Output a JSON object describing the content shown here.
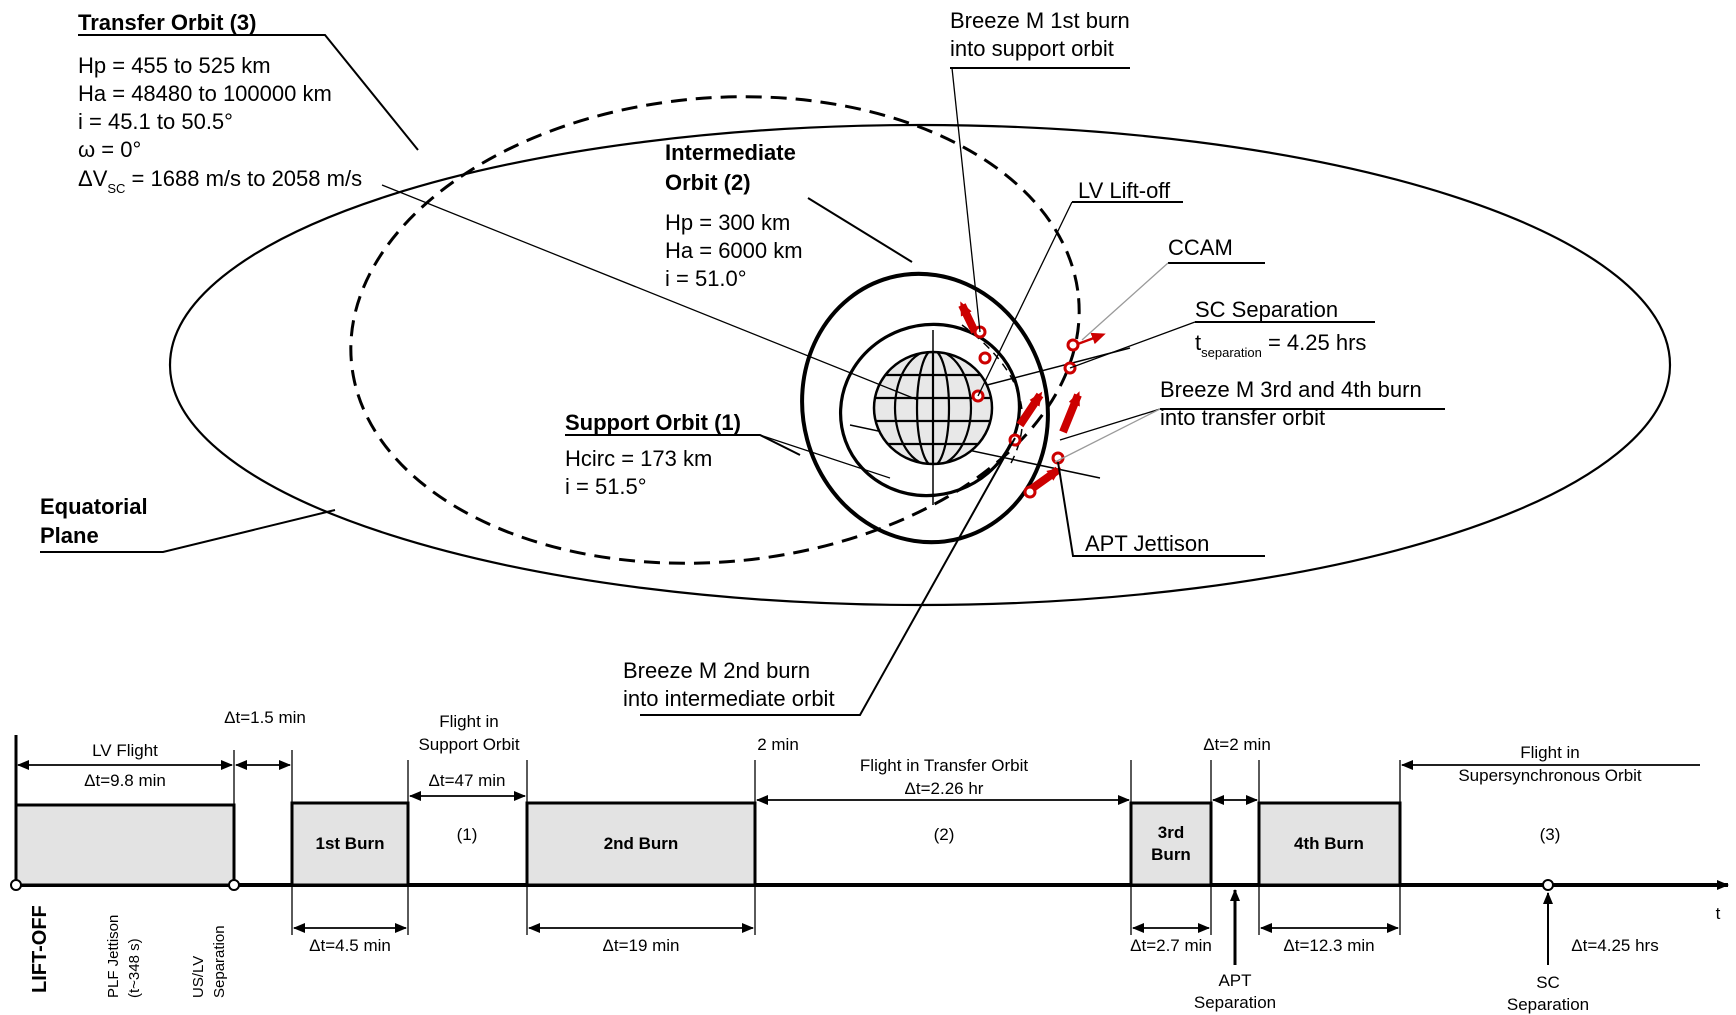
{
  "orbits": {
    "transfer": {
      "title": "Transfer Orbit  (3)",
      "lines": [
        "Hp = 455 to 525 km",
        "Ha = 48480 to 100000 km",
        "i = 45.1 to 50.5°",
        "ω = 0°"
      ],
      "dv_prefix": "ΔV",
      "dv_sub": "SC",
      "dv_value": " = 1688 m/s to 2058 m/s"
    },
    "intermediate": {
      "title_line1": "Intermediate",
      "title_line2": "Orbit  (2)",
      "lines": [
        "Hp = 300 km",
        "Ha = 6000 km",
        "i = 51.0°"
      ]
    },
    "support": {
      "title": "Support Orbit  (1)",
      "lines": [
        "Hcirc = 173 km",
        "i = 51.5°"
      ]
    }
  },
  "labels": {
    "burn1_line1": "Breeze M 1st burn",
    "burn1_line2": "into support orbit",
    "lv_liftoff": "LV Lift-off",
    "ccam": "CCAM",
    "sc_separation": "SC Separation",
    "t_sep_prefix": "t",
    "t_sep_sub": "separation",
    "t_sep_value": " = 4.25 hrs",
    "burn34_line1": "Breeze M 3rd and 4th burn",
    "burn34_line2": "into transfer orbit",
    "apt_jettison": "APT Jettison",
    "burn2_line1": "Breeze M 2nd burn",
    "burn2_line2": "into intermediate orbit",
    "equatorial_line1": "Equatorial",
    "equatorial_line2": "Plane"
  },
  "timeline": {
    "lv_flight": "LV Flight",
    "dt_9_8": "Δt=9.8 min",
    "dt_1_5": "Δt=1.5 min",
    "support_line1": "Flight in",
    "support_line2": "Support Orbit",
    "dt_47": "Δt=47 min",
    "two_min": "2 min",
    "transfer_line1": "Flight in Transfer Orbit",
    "transfer_line2": "Δt=2.26 hr",
    "dt_2": "Δt=2 min",
    "super_line1": "Flight in",
    "super_line2": "Supersynchronous Orbit",
    "burn1": "1st Burn",
    "burn2": "2nd Burn",
    "burn3_line1": "3rd",
    "burn3_line2": "Burn",
    "burn4": "4th Burn",
    "phase1": "(1)",
    "phase2": "(2)",
    "phase3": "(3)",
    "dt_4_5": "Δt=4.5 min",
    "dt_19": "Δt=19 min",
    "dt_2_7": "Δt=2.7 min",
    "dt_12_3": "Δt=12.3 min",
    "dt_4_25": "Δt=4.25 hrs",
    "t_axis": "t",
    "liftoff": "LIFT-OFF",
    "plf_line1": "PLF Jettison",
    "plf_line2": "(t~348 s)",
    "uslv_line1": "US/LV",
    "uslv_line2": "Separation",
    "apt_line1": "APT",
    "apt_line2": "Separation",
    "sc_line1": "SC",
    "sc_line2": "Separation"
  },
  "colors": {
    "burn_arrow": "#cc0000",
    "box_fill": "#e3e3e3",
    "globe_fill": "#e8e8e8"
  }
}
